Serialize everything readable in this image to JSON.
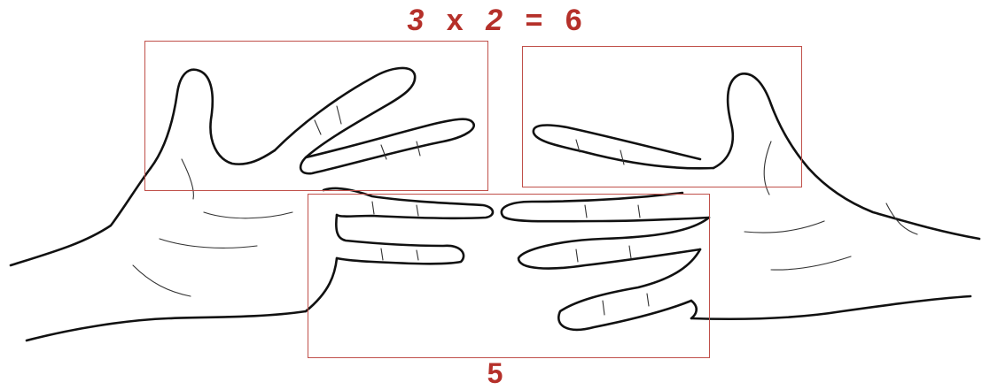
{
  "equation": {
    "left": "3",
    "operator": "x",
    "right": "2",
    "equals": "=",
    "result": "6"
  },
  "bottom_label": "5",
  "colors": {
    "annotation": "#b5302a",
    "box_border": "#c0504a",
    "line_art": "#111111"
  },
  "illustration": {
    "subject": "two-hands-finger-multiplication",
    "left_hand_fingers_in_box": 3,
    "right_hand_fingers_in_box": 2,
    "middle_fingers_in_box": 5
  }
}
